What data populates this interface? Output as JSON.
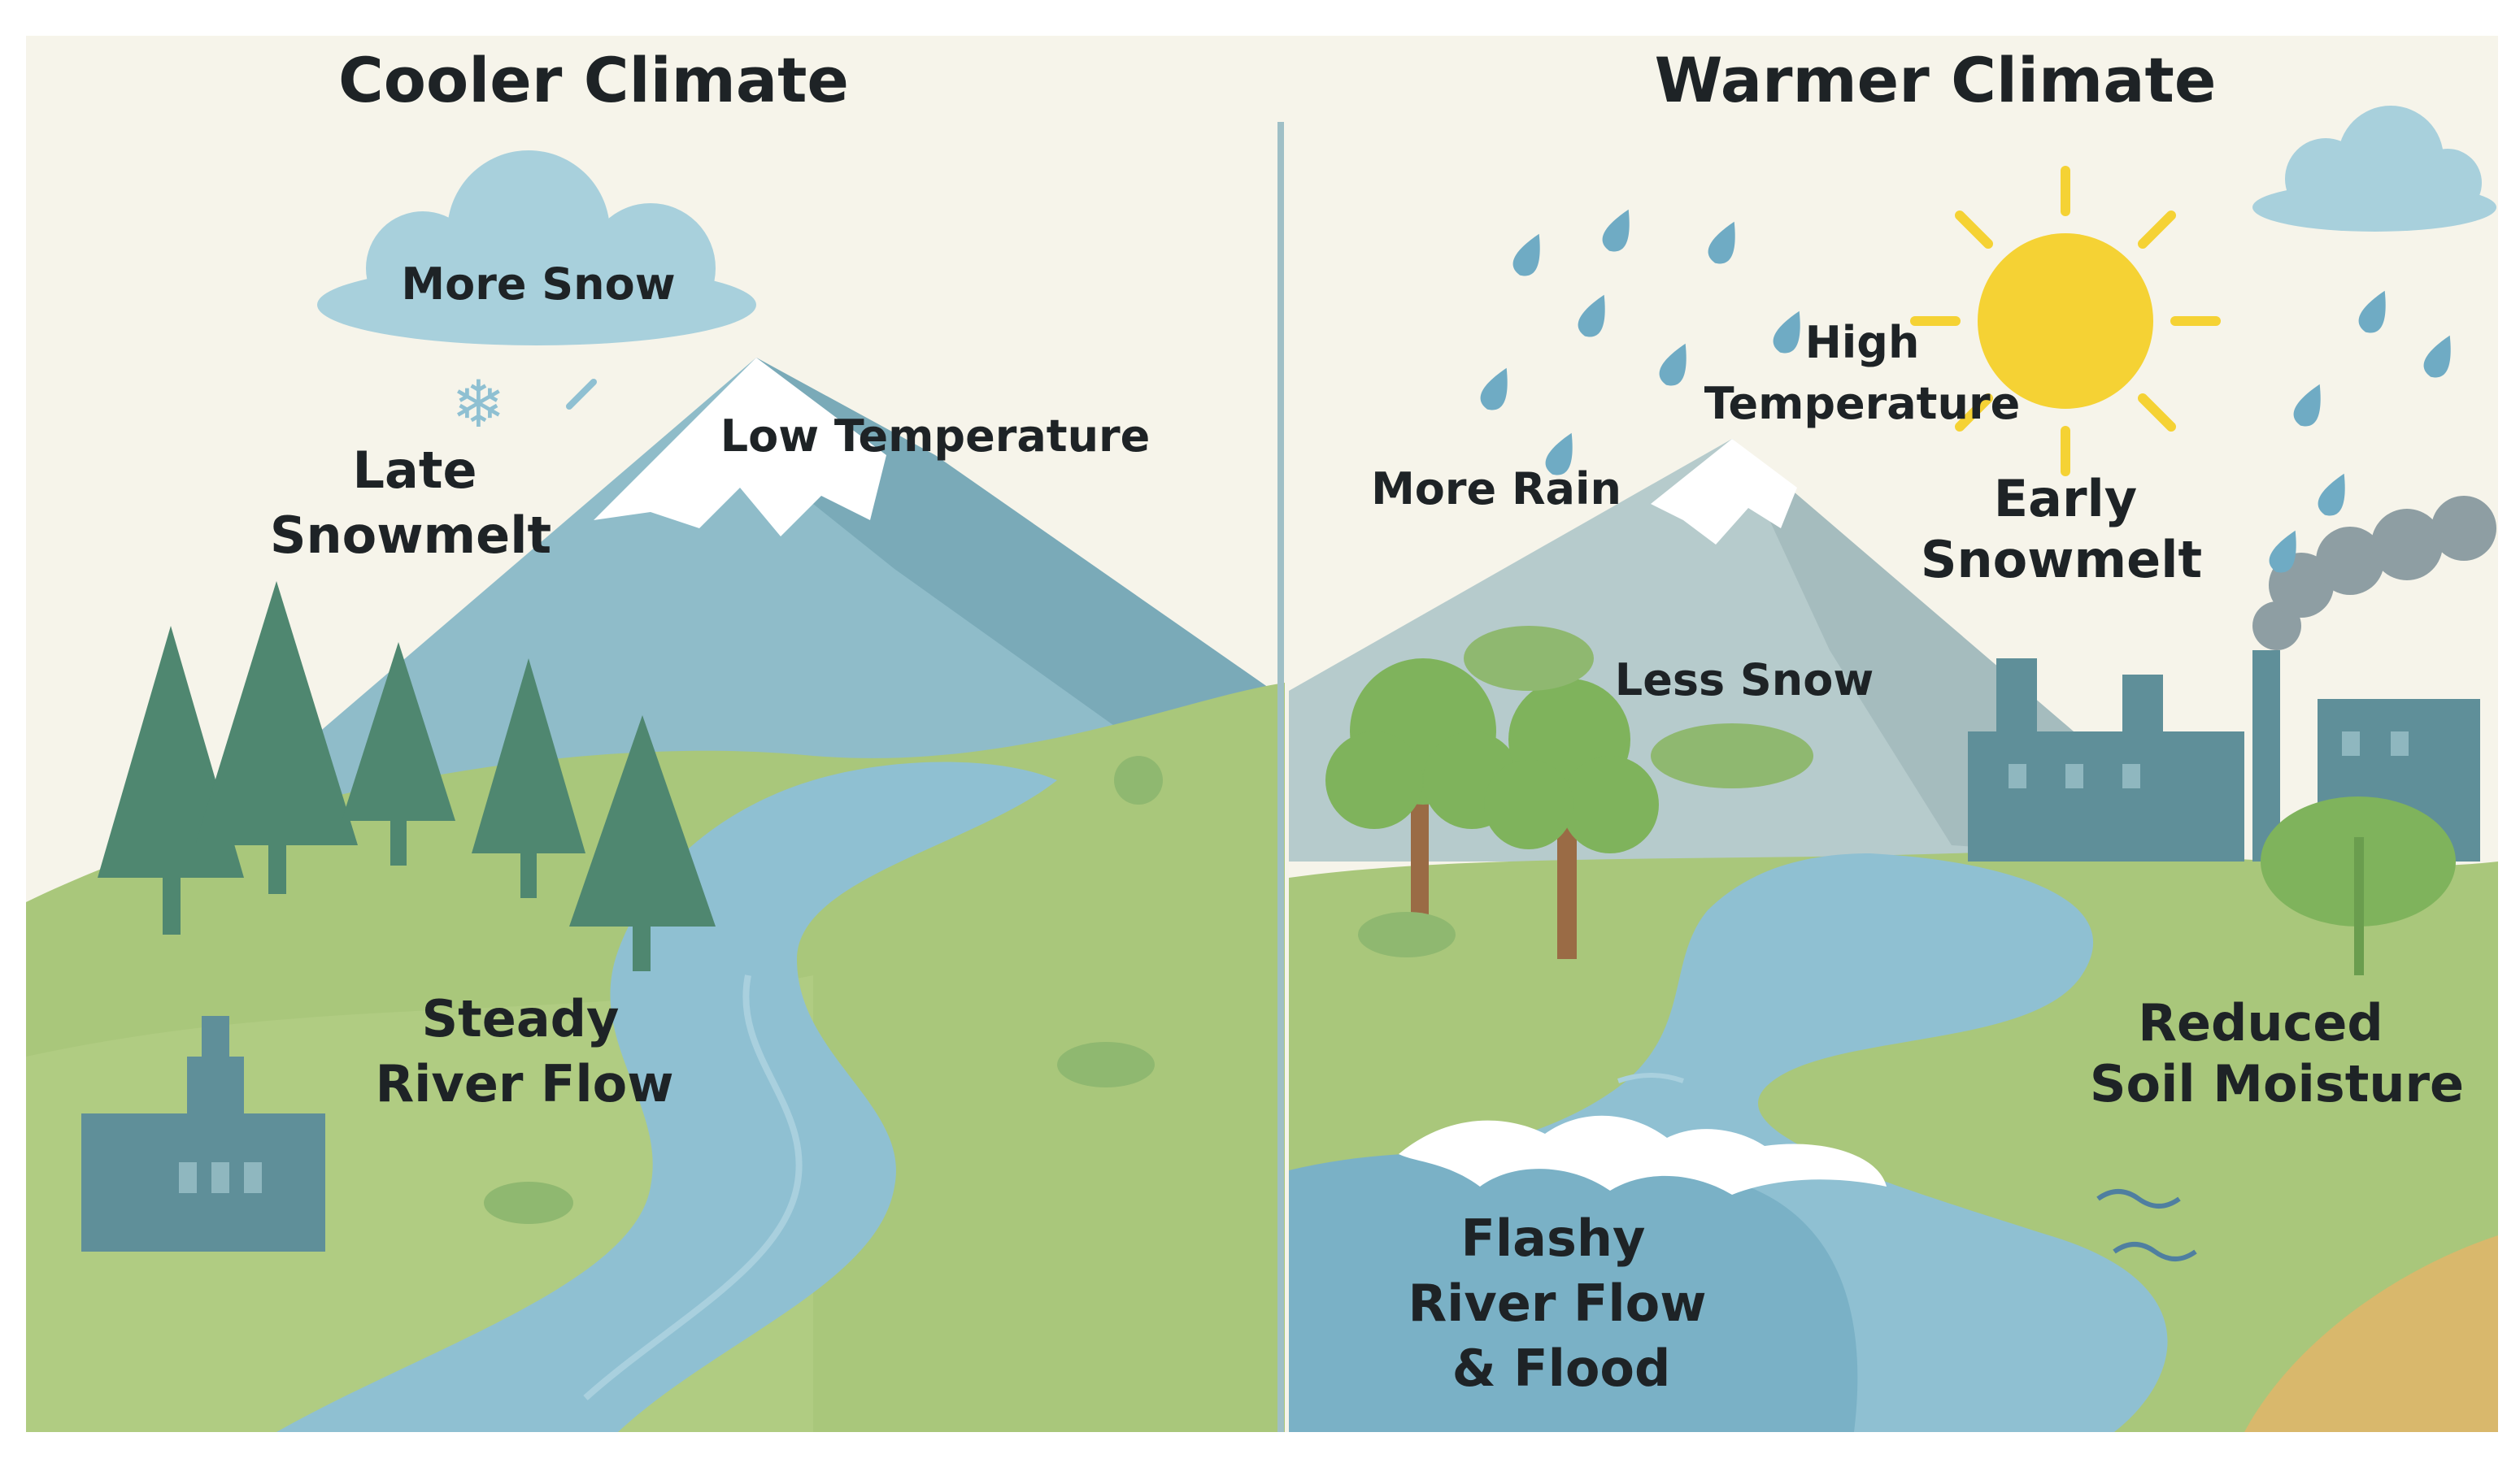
{
  "panels": {
    "left": {
      "title": "Cooler Climate",
      "labels": {
        "more_snow": "More Snow",
        "late_snowmelt_1": "Late",
        "late_snowmelt_2": "Snowmelt",
        "low_temperature": "Low Temperature",
        "steady_flow_1": "Steady",
        "steady_flow_2": "River Flow"
      }
    },
    "right": {
      "title": "Warmer Climate",
      "labels": {
        "high_temp_1": "High",
        "high_temp_2": "Temperature",
        "more_rain": "More Rain",
        "early_snowmelt_1": "Early",
        "early_snowmelt_2": "Snowmelt",
        "less_snow": "Less Snow",
        "reduced_soil_1": "Reduced",
        "reduced_soil_2": "Soil Moisture",
        "flashy_1": "Flashy",
        "flashy_2": "River Flow",
        "flashy_3": "& Flood"
      }
    }
  },
  "colors": {
    "sky": "#f6f4ea",
    "mountain": "#8fbcc9",
    "mountain_shade": "#7aaab8",
    "mountain_warm": "#b6cbcc",
    "snow": "#ffffff",
    "grass": "#a9c77b",
    "grass_light": "#b6cf87",
    "river": "#8fc0d2",
    "river_dark": "#7ab1c6",
    "tree": "#4f8770",
    "factory": "#5f8f99",
    "sun": "#f5d234",
    "raindrop": "#6fabc4",
    "soil": "#d9b86c",
    "divider": "#9fbfc6"
  }
}
